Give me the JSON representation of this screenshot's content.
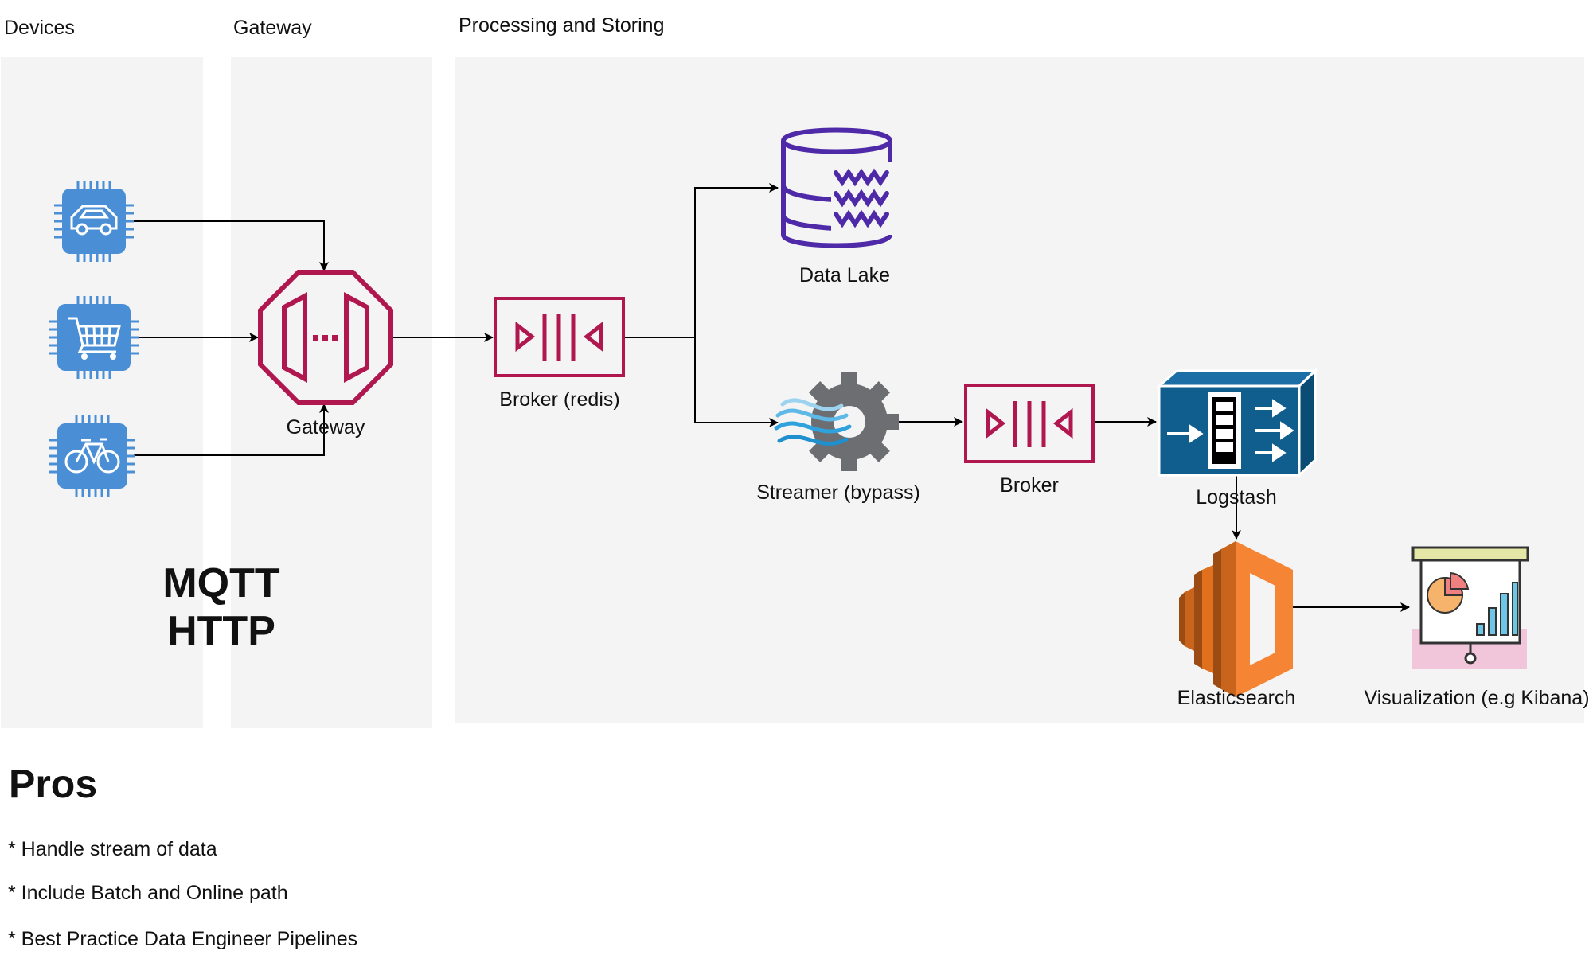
{
  "sections": {
    "devices": "Devices",
    "gateway": "Gateway",
    "processing": "Processing and Storing"
  },
  "devices": [
    {
      "icon": "car-chip-icon"
    },
    {
      "icon": "shopping-cart-chip-icon"
    },
    {
      "icon": "bicycle-chip-icon"
    }
  ],
  "nodes": {
    "gateway": "Gateway",
    "broker_redis": "Broker (redis)",
    "data_lake": "Data Lake",
    "streamer": "Streamer (bypass)",
    "broker": "Broker",
    "logstash": "Logstash",
    "elasticsearch": "Elasticsearch",
    "visualization": "Visualization (e.g Kibana)"
  },
  "protocols": [
    "MQTT",
    "HTTP"
  ],
  "pros": {
    "title": "Pros",
    "items": [
      "* Handle stream of data",
      "* Include Batch and Online path",
      "* Best Practice Data Engineer Pipelines"
    ]
  },
  "colors": {
    "panel": "#f4f4f4",
    "chip": "#4a8fd6",
    "gateway": "#b0174f",
    "broker": "#b0174f",
    "datalake": "#4f2aa8",
    "logstash": "#0f5e8e",
    "elasticsearch": "#f58534",
    "arrow": "#000000"
  }
}
